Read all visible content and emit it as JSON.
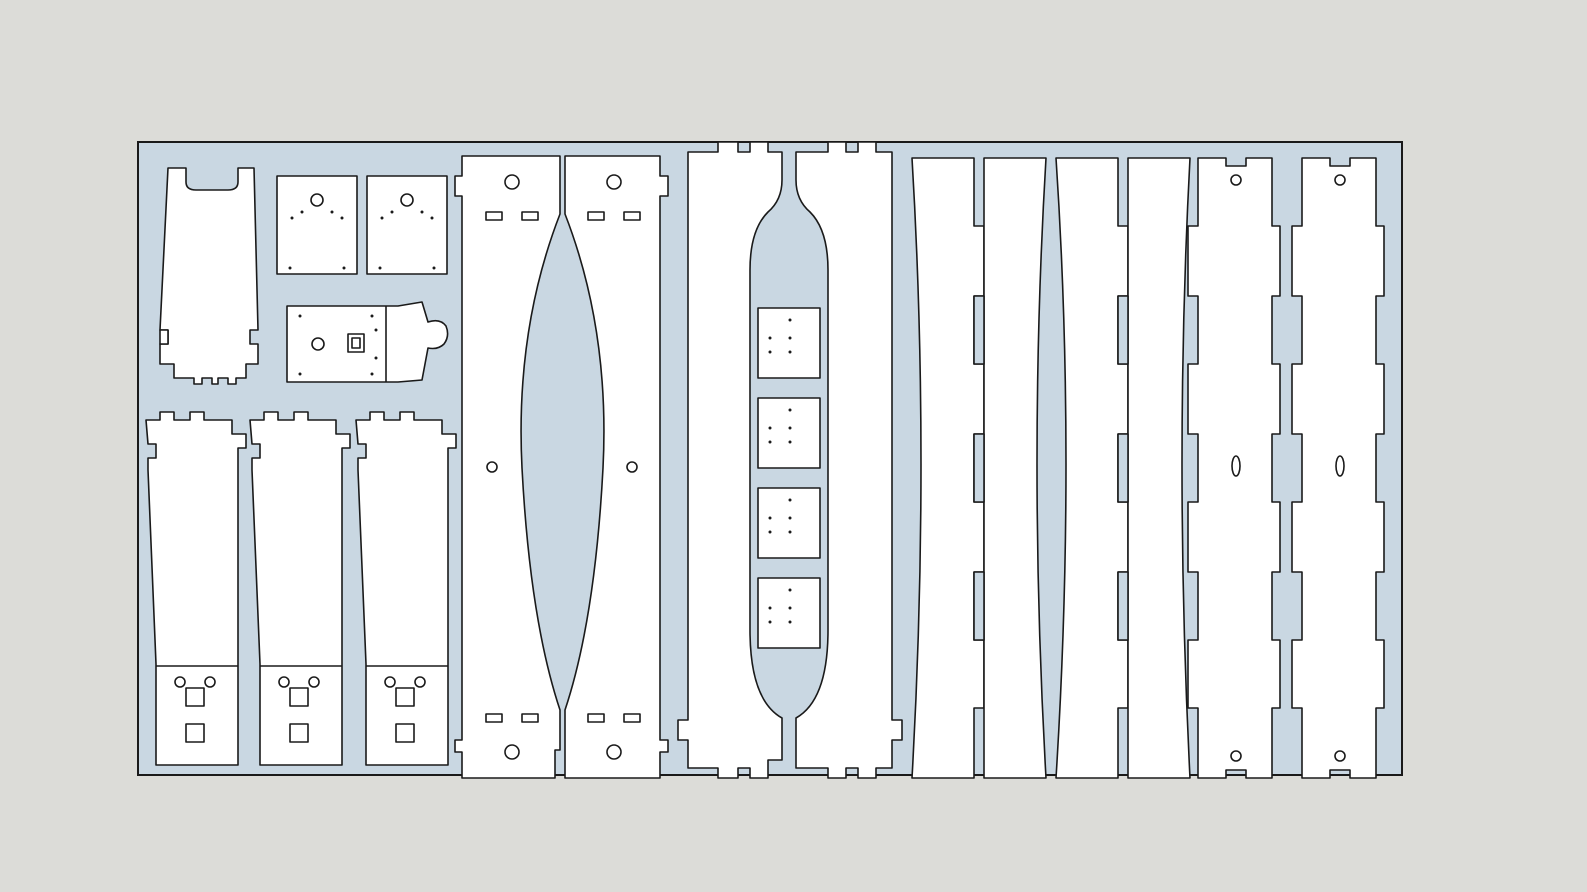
{
  "colors": {
    "canvas_bg": "#dcdcd8",
    "sheet_fill": "#c9d7e2",
    "part_fill": "#ffffff",
    "stroke": "#1a1a1a"
  },
  "drawing": {
    "kind": "laser-cut sheet layout",
    "part_groups": [
      "tapered-leg-panel",
      "small-bracket-plates",
      "motor-mount-plate",
      "short-tapered-legs",
      "curved-side-rails",
      "frame-rails-with-window",
      "concave-slats",
      "long-tabbed-rails"
    ]
  }
}
